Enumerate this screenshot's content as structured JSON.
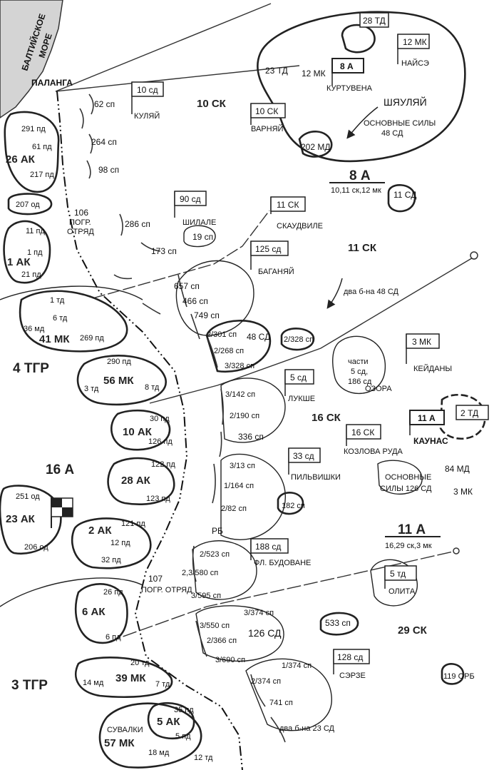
{
  "sea": {
    "line1": "БАЛТИЙСКОЕ",
    "line2": "МОРЕ"
  },
  "places": {
    "palanga": "ПАЛАНГА",
    "kulyai": "КУЛЯЙ",
    "varnyai": "ВАРНЯЙ",
    "kurtuvena": "КУРТУВЕНА",
    "naise": "НАЙСЭ",
    "shyaulyai": "ШЯУЛЯЙ",
    "shilale": "ШИЛАЛЕ",
    "skaudvile": "СКАУДВИЛЕ",
    "baganyai": "БАГАНЯЙ",
    "keidany": "КЕЙДАНЫ",
    "lukshe": "ЛУКШЕ",
    "kaunas": "КАУНАС",
    "kozlova_ruda": "КОЗЛОВА РУДА",
    "pilvishki": "ПИЛЬВИШКИ",
    "budovane": "ФЛ. БУДОВАНЕ",
    "olita": "ОЛИТА",
    "serze": "СЭРЗЕ",
    "suvalki": "СУВАЛКИ"
  },
  "flags": {
    "f10sd": "10 сд",
    "f28td": "28 ТД",
    "f12mk": "12 МК",
    "f8a": "8 А",
    "f10sk": "10 СК",
    "f90sd": "90 сд",
    "f11sk": "11 СК",
    "f125sd": "125 сд",
    "f3mk": "3 МК",
    "f5sd": "5 сд",
    "f16sk": "16 СК",
    "f11a": "11 А",
    "f2td": "2 ТД",
    "f33sd": "33 сд",
    "f188sd": "188 сд",
    "f5td": "5 тд",
    "f128sd": "128 сд"
  },
  "soviet": {
    "sk10": "10 СК",
    "sk11": "11 СК",
    "sk16": "16 СК",
    "sk29": "29 СК",
    "a8": "8 А",
    "a8_sub": "10,11 ск,12 мк",
    "a11": "11 А",
    "a11_sub": "16,29 ск,3 мк",
    "td23": "23 ТД",
    "mk12": "12 МК",
    "md202": "202 МД",
    "main48_1": "ОСНОВНЫЕ СИЛЫ",
    "main48_2": "48 СД",
    "sd11": "11 СД",
    "sp62": "62 сп",
    "sp264": "264 сп",
    "sp98": "98 сп",
    "sp286": "286 сп",
    "sp19": "19 сп",
    "sp173": "173 сп",
    "sp657": "657 сп",
    "sp466": "466 сп",
    "sp749": "749 сп",
    "sp2_301": "2/301 сп",
    "sp2_268": "2/268 сп",
    "sp3_328": "3/328 сп",
    "sd48": "48 СД",
    "sp2_328": "2/328 сп",
    "two_bn": "два б-на 48 СД",
    "parts_1": "части",
    "parts_2": "5 сд,",
    "parts_3": "186 сд",
    "parts_4": "ОЗОРА",
    "sp3_142": "3/142 сп",
    "sp2_190": "2/190 сп",
    "sp336": "336 сп",
    "sp3_13": "3/13 сп",
    "sp1_164": "1/164 сп",
    "sp2_82": "2/82 сп",
    "sp182": "182 сп",
    "rb": "РБ",
    "sp2_523": "2/523 сп",
    "sp23_580": "2,3/580 сп",
    "sp3_595": "3/595 сп",
    "main126_1": "ОСНОВНЫЕ",
    "main126_2": "СИЛЫ 126 СД",
    "md84": "84 МД",
    "mk3": "3 МК",
    "sp3_550": "3/550 сп",
    "sp3_374": "3/374 сп",
    "sd126": "126 СД",
    "sp2_366": "2/366 сп",
    "sp3_690": "3/690 сп",
    "sp533": "533 сп",
    "sp1_374": "1/374 сп",
    "sp2_374": "2/374 сп",
    "sp741": "741 сп",
    "two_bn23": "два б-на 23 СД",
    "orb119": "119 ОРБ",
    "otr106_1": "106",
    "otr106_2": "ПОГР.",
    "otr106_3": "ОТРЯД",
    "otr107_1": "107",
    "otr107_2": "ПОГР. ОТРЯД"
  },
  "german": {
    "ak26": "26 АК",
    "pd291": "291 пд",
    "pd61": "61 пд",
    "pd217": "217 пд",
    "od207": "207 од",
    "ak1": "1 АК",
    "pd11": "11 пд",
    "pd1": "1 пд",
    "pd21": "21 пд",
    "td1": "1 тд",
    "td6": "6 тд",
    "md36": "36 мд",
    "mk41": "41 МК",
    "pd269": "269 пд",
    "tgr4": "4 ТГР",
    "pd290": "290 пд",
    "mk56": "56 МК",
    "td3": "3 тд",
    "td8": "8 тд",
    "pd30": "30 пд",
    "ak10": "10 АК",
    "pd126": "126 пд",
    "a16": "16 А",
    "pd122": "122 пд",
    "ak28": "28 АК",
    "pd123": "123 пд",
    "od251": "251 од",
    "ak23": "23 АК",
    "od206": "206 од",
    "ak2": "2 АК",
    "pd121": "121 пд",
    "pd12": "12 пд",
    "pd32": "32 пд",
    "pd26": "26 пд",
    "ak6": "6 АК",
    "pd6": "6 пд",
    "tgr3": "3 ТГР",
    "td20": "20 тд",
    "md14": "14 мд",
    "mk39": "39 МК",
    "td7": "7 тд",
    "pd35": "35 пд",
    "ak5": "5 АК",
    "pd5": "5 пд",
    "mk57": "57 МК",
    "md18": "18 мд",
    "td12": "12 тд"
  },
  "colors": {
    "sea": "#d4d4d4",
    "ink": "#222222"
  }
}
